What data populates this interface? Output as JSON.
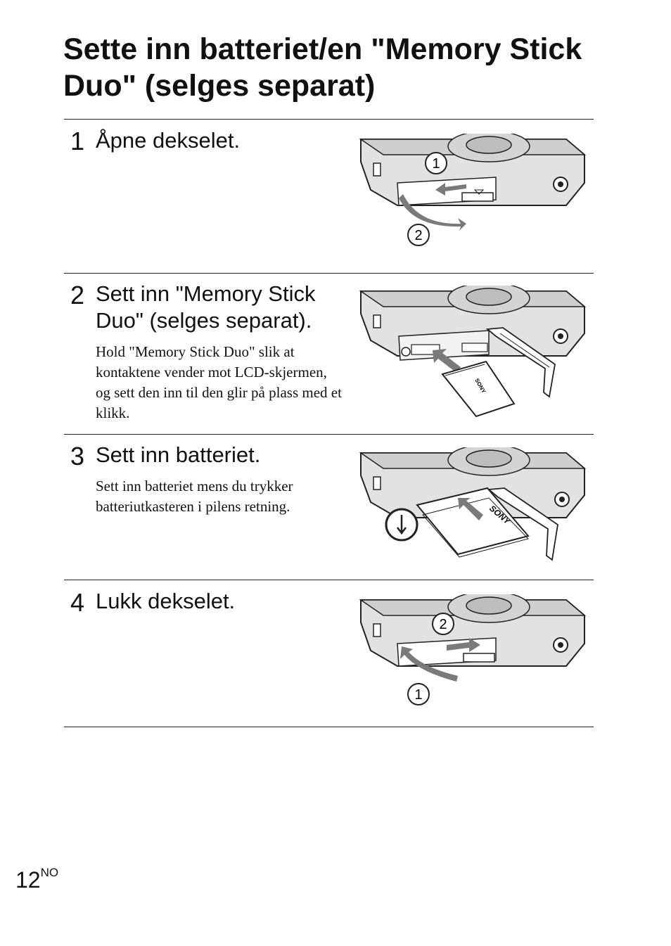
{
  "page": {
    "title": "Sette inn batteriet/en \"Memory Stick Duo\" (selges separat)",
    "page_number": "12",
    "page_lang": "NO"
  },
  "steps": [
    {
      "number": "1",
      "heading": "Åpne dekselet.",
      "body": "",
      "callouts": [
        "1",
        "2"
      ]
    },
    {
      "number": "2",
      "heading": "Sett inn \"Memory Stick Duo\" (selges separat).",
      "body": "Hold \"Memory Stick Duo\" slik at kontaktene vender mot LCD-skjermen, og sett den inn til den glir på plass med et klikk.",
      "card_label": "SONY"
    },
    {
      "number": "3",
      "heading": "Sett inn batteriet.",
      "body": "Sett inn batteriet mens du trykker batteriutkasteren i pilens retning.",
      "battery_label": "SONY"
    },
    {
      "number": "4",
      "heading": "Lukk dekselet.",
      "body": "",
      "callouts": [
        "2",
        "1"
      ]
    }
  ]
}
